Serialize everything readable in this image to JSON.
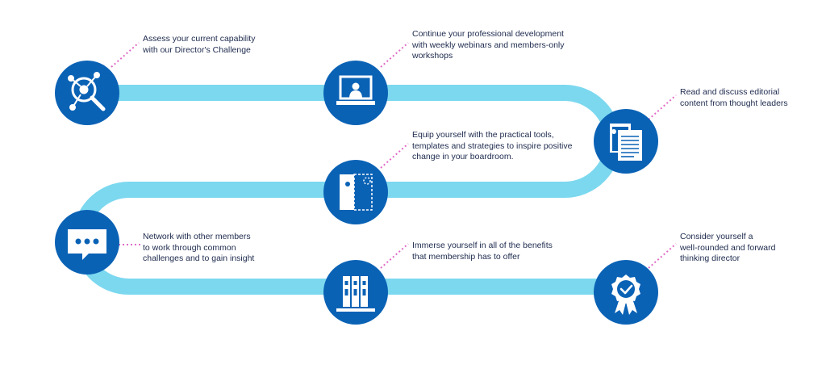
{
  "colors": {
    "path": "#7bd8ef",
    "node": "#0a62b5",
    "connector": "#e06bc8",
    "text": "#1d2a4d"
  },
  "steps": [
    {
      "icon": "magnifier-target-icon",
      "text": "Assess your current capability\nwith our Director's Challenge"
    },
    {
      "icon": "webinar-screen-icon",
      "text": "Continue your professional development\nwith weekly webinars and members-only\nworkshops"
    },
    {
      "icon": "documents-icon",
      "text": "Read and discuss editorial\ncontent from thought leaders"
    },
    {
      "icon": "toolkit-icon",
      "text": "Equip yourself with the practical tools,\ntemplates and strategies to inspire positive\nchange in your boardroom."
    },
    {
      "icon": "chat-bubble-icon",
      "text": "Network with other members\nto work through common\nchallenges and to gain insight"
    },
    {
      "icon": "binders-icon",
      "text": "Immerse yourself in all of the benefits\nthat membership has to offer"
    },
    {
      "icon": "award-rosette-icon",
      "text": "Consider yourself a\nwell-rounded and forward\nthinking director"
    }
  ]
}
